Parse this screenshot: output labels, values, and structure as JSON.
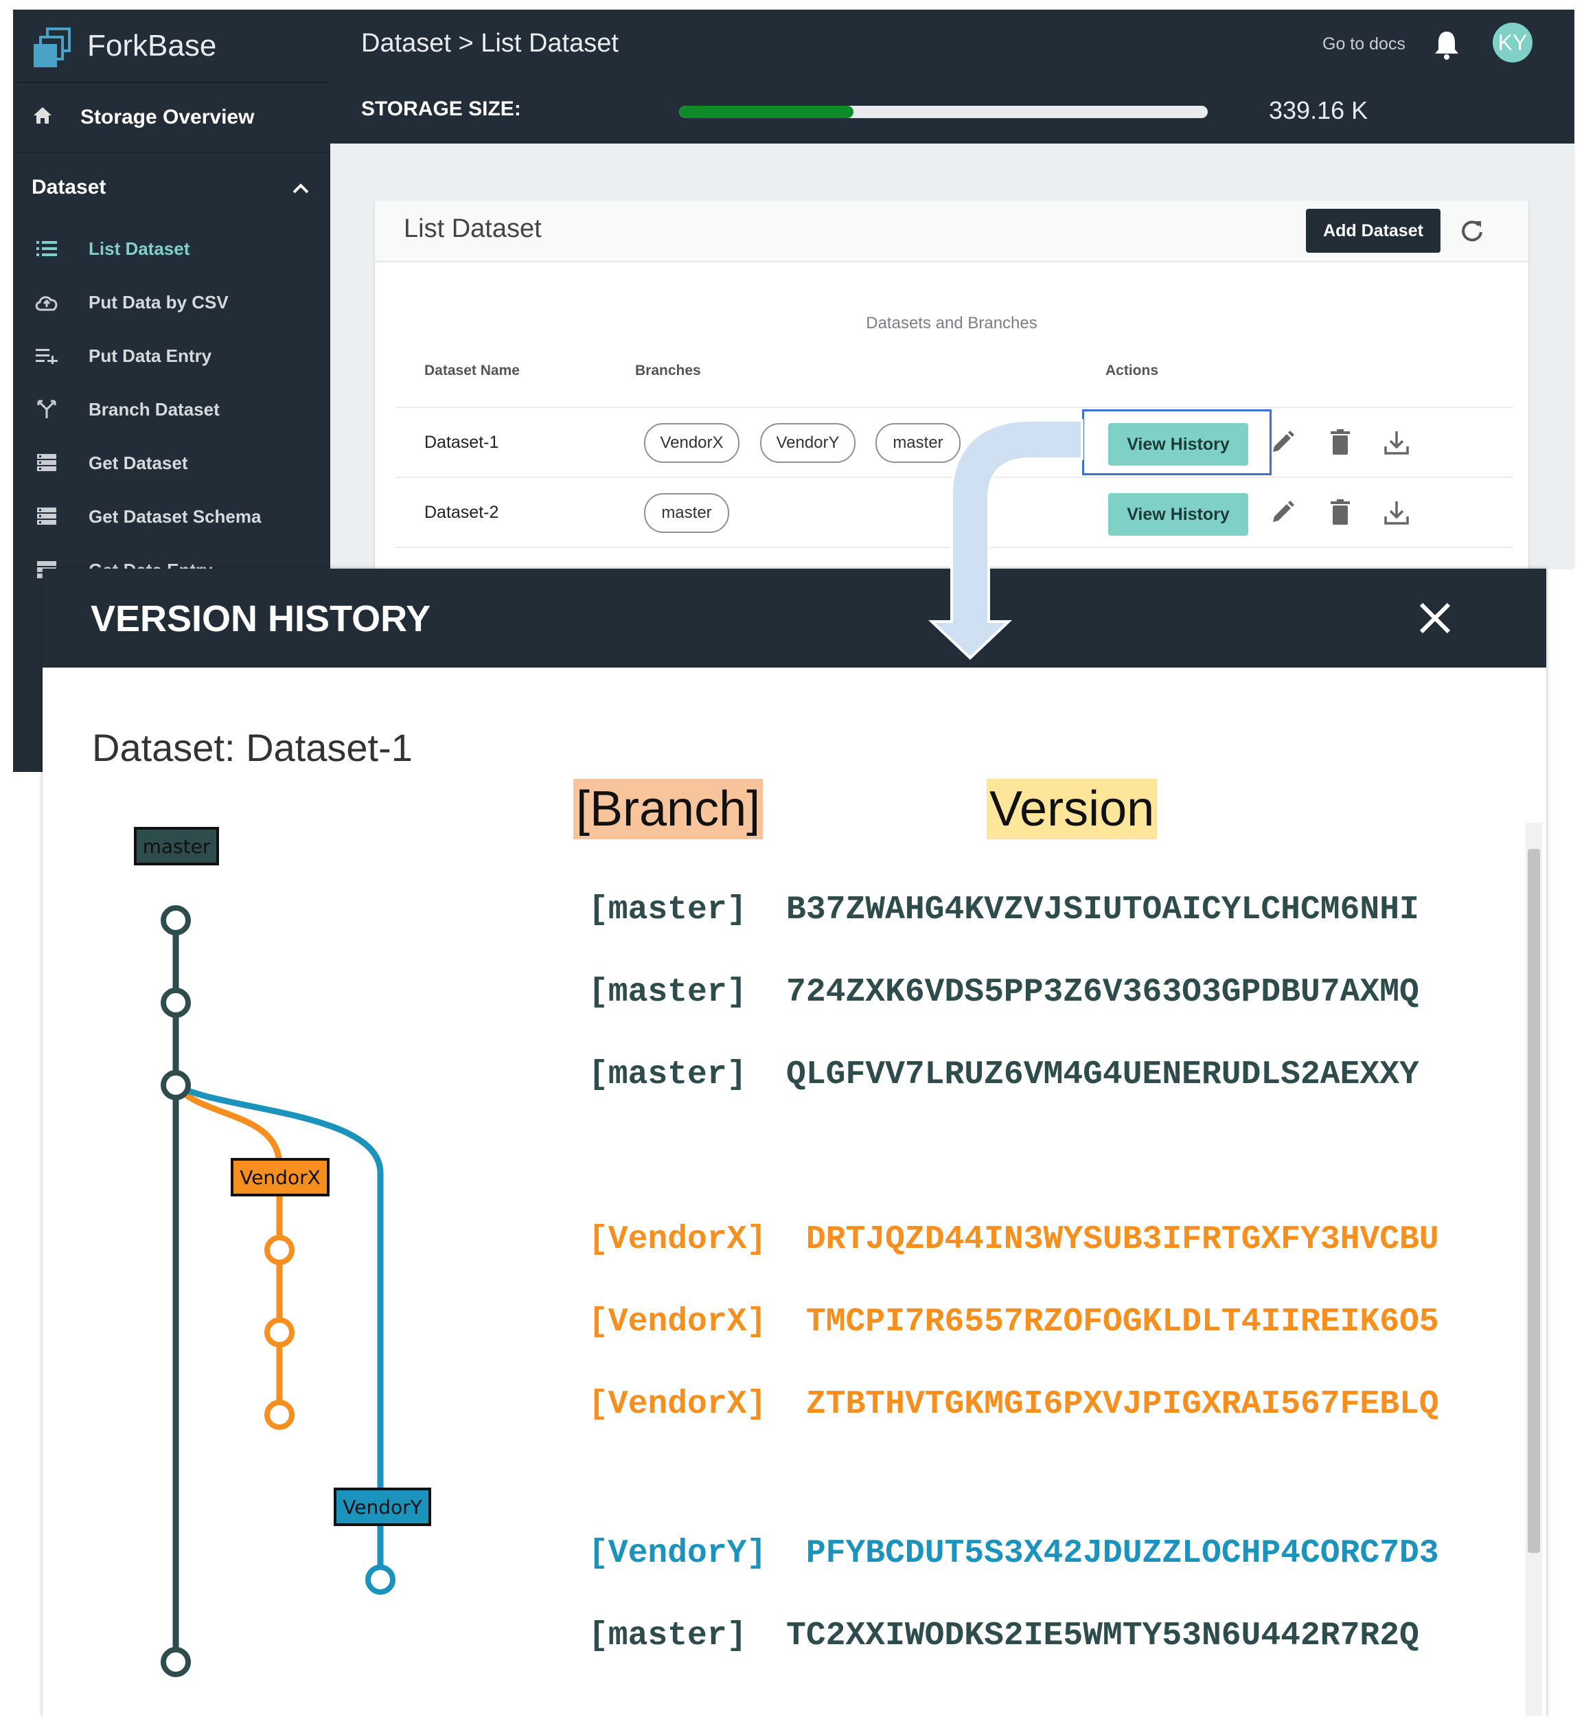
{
  "app": {
    "name": "ForkBase"
  },
  "sidebar": {
    "storage_overview": "Storage Overview",
    "section": "Dataset",
    "items": [
      {
        "label": "List Dataset",
        "icon": "list-icon"
      },
      {
        "label": "Put Data by CSV",
        "icon": "cloud-upload-icon"
      },
      {
        "label": "Put Data Entry",
        "icon": "playlist-add-icon"
      },
      {
        "label": "Branch Dataset",
        "icon": "fork-icon"
      },
      {
        "label": "Get Dataset",
        "icon": "storage-icon"
      },
      {
        "label": "Get Dataset Schema",
        "icon": "storage-icon"
      },
      {
        "label": "Get Data Entry",
        "icon": "storage-icon"
      }
    ]
  },
  "header": {
    "breadcrumb": "Dataset > List Dataset",
    "docs_link": "Go to docs",
    "avatar": "KY",
    "storage_label": "STORAGE SIZE:",
    "storage_value": "339.16 K",
    "storage_fill": 0.33
  },
  "card": {
    "title": "List Dataset",
    "add_button": "Add Dataset",
    "caption": "Datasets and Branches",
    "columns": [
      "Dataset Name",
      "Branches",
      "Actions"
    ],
    "rows": [
      {
        "name": "Dataset-1",
        "branches": [
          "VendorX",
          "VendorY",
          "master"
        ],
        "action": "View History"
      },
      {
        "name": "Dataset-2",
        "branches": [
          "master"
        ],
        "action": "View History"
      }
    ]
  },
  "modal": {
    "title": "VERSION HISTORY",
    "dataset_label": "Dataset: Dataset-1",
    "col_branch": "[Branch]",
    "col_version": "Version",
    "graph_labels": {
      "master": "master",
      "vendorx": "VendorX",
      "vendory": "VendorY"
    },
    "versions": [
      {
        "branch": "[master]",
        "hash": "B37ZWAHG4KVZVJSIUTOAICYLCHCM6NHI"
      },
      {
        "branch": "[master]",
        "hash": "724ZXK6VDS5PP3Z6V363O3GPDBU7AXMQ"
      },
      {
        "branch": "[master]",
        "hash": "QLGFVV7LRUZ6VM4G4UENERUDLS2AEXXY"
      },
      {
        "branch": "[VendorX]",
        "hash": "DRTJQZD44IN3WYSUB3IFRTGXFY3HVCBU"
      },
      {
        "branch": "[VendorX]",
        "hash": "TMCPI7R6557RZOFOGKLDLT4IIREIK6O5"
      },
      {
        "branch": "[VendorX]",
        "hash": "ZTBTHVTGKMGI6PXVJPIGXRAI567FEBLQ"
      },
      {
        "branch": "[VendorY]",
        "hash": "PFYBCDUT5S3X42JDUZZLOCHP4CORC7D3"
      },
      {
        "branch": "[master]",
        "hash": "TC2XXIWODKS2IE5WMTY53N6U442R7R2Q"
      }
    ],
    "colors": {
      "master": "#2e4c4b",
      "vendorx": "#f78f1e",
      "vendory": "#1b93bd"
    }
  }
}
